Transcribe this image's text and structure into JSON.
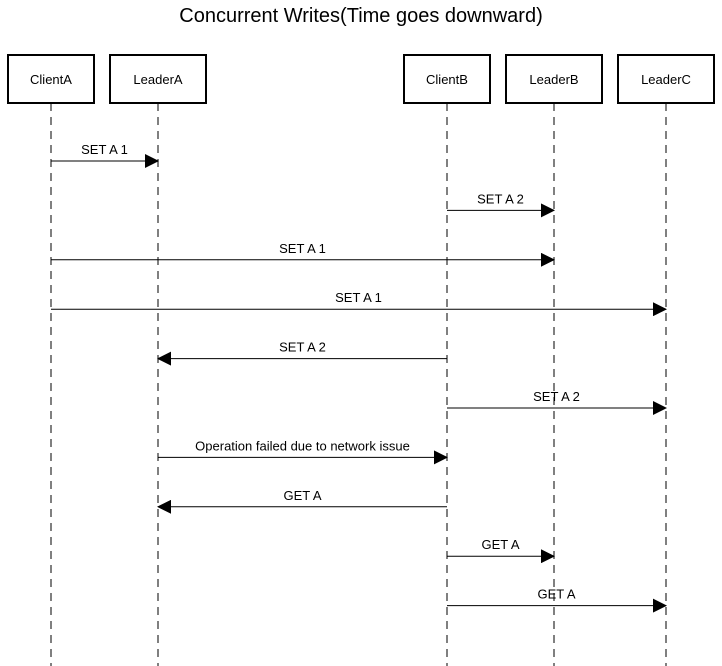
{
  "diagram": {
    "title": "Concurrent Writes(Time goes downward)",
    "participants": [
      {
        "id": "clientA",
        "label": "ClientA"
      },
      {
        "id": "leaderA",
        "label": "LeaderA"
      },
      {
        "id": "clientB",
        "label": "ClientB"
      },
      {
        "id": "leaderB",
        "label": "LeaderB"
      },
      {
        "id": "leaderC",
        "label": "LeaderC"
      }
    ],
    "messages": [
      {
        "from": "clientA",
        "to": "leaderA",
        "label": "SET A 1"
      },
      {
        "from": "clientB",
        "to": "leaderB",
        "label": "SET A 2"
      },
      {
        "from": "clientA",
        "to": "leaderB",
        "label": "SET A 1"
      },
      {
        "from": "clientA",
        "to": "leaderC",
        "label": "SET A 1"
      },
      {
        "from": "clientB",
        "to": "leaderA",
        "label": "SET A 2"
      },
      {
        "from": "clientB",
        "to": "leaderC",
        "label": "SET A 2"
      },
      {
        "from": "leaderA",
        "to": "clientB",
        "label": "Operation failed due to network issue"
      },
      {
        "from": "clientB",
        "to": "leaderA",
        "label": "GET A"
      },
      {
        "from": "clientB",
        "to": "leaderB",
        "label": "GET A"
      },
      {
        "from": "clientB",
        "to": "leaderC",
        "label": "GET A"
      }
    ],
    "colors": {
      "stroke": "#000000",
      "box_fill": "#ffffff",
      "text": "#000000"
    }
  }
}
